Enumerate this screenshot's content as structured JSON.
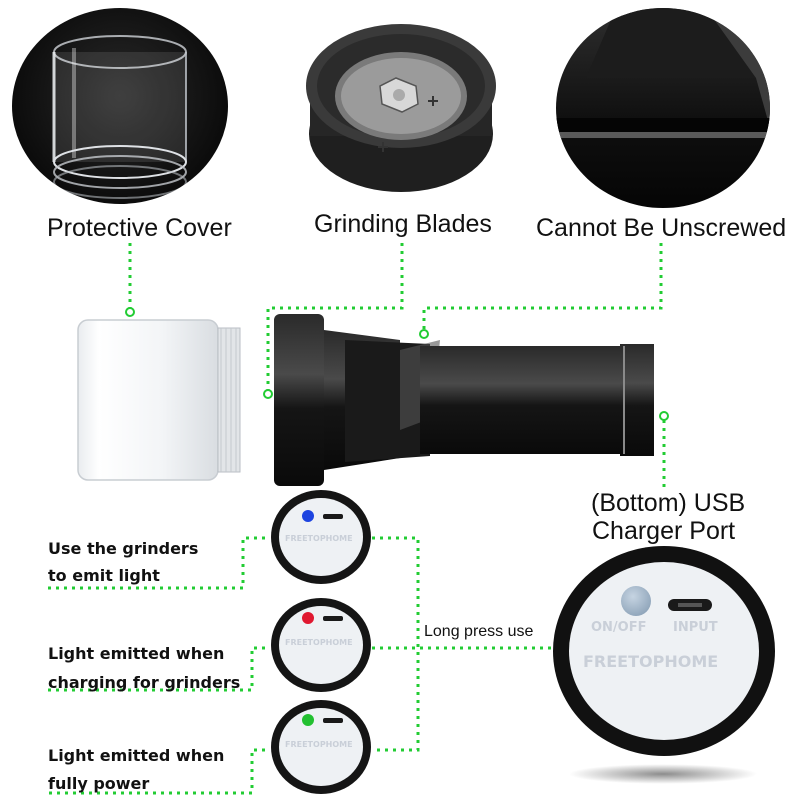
{
  "top_captions": {
    "protective_cover": "Protective Cover",
    "grinding_blades": "Grinding Blades",
    "cannot_unscrew": "Cannot Be Unscrewed"
  },
  "usb_port": {
    "line1": "(Bottom) USB",
    "line2": "Charger Port",
    "onoff": "ON/OFF",
    "input": "INPUT",
    "brand": "FREETOPHOME"
  },
  "long_press": "Long press use",
  "indicators": [
    {
      "line1": "Use the grinders",
      "line2": "to emit light",
      "led_color": "#1d44e0"
    },
    {
      "line1": "Light emitted when",
      "line2": "charging for grinders",
      "led_color": "#e01830"
    },
    {
      "line1": "Light emitted when",
      "line2": "fully power",
      "led_color": "#22c030"
    }
  ],
  "indicator_brand": "FREETOPHOME",
  "colors": {
    "dotted_line": "#22cc33",
    "device_black": "#1a1a1a",
    "panel_white": "#eef1f4"
  }
}
